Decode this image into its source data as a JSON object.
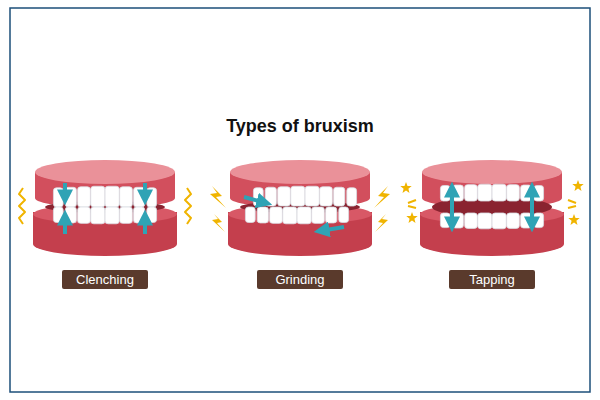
{
  "diagram": {
    "title": "Types of bruxism",
    "nodes": [
      {
        "text": [
          "Clenching"
        ]
      },
      {
        "text": [
          "Grinding"
        ]
      },
      {
        "text": [
          "Tapping"
        ]
      }
    ]
  }
}
